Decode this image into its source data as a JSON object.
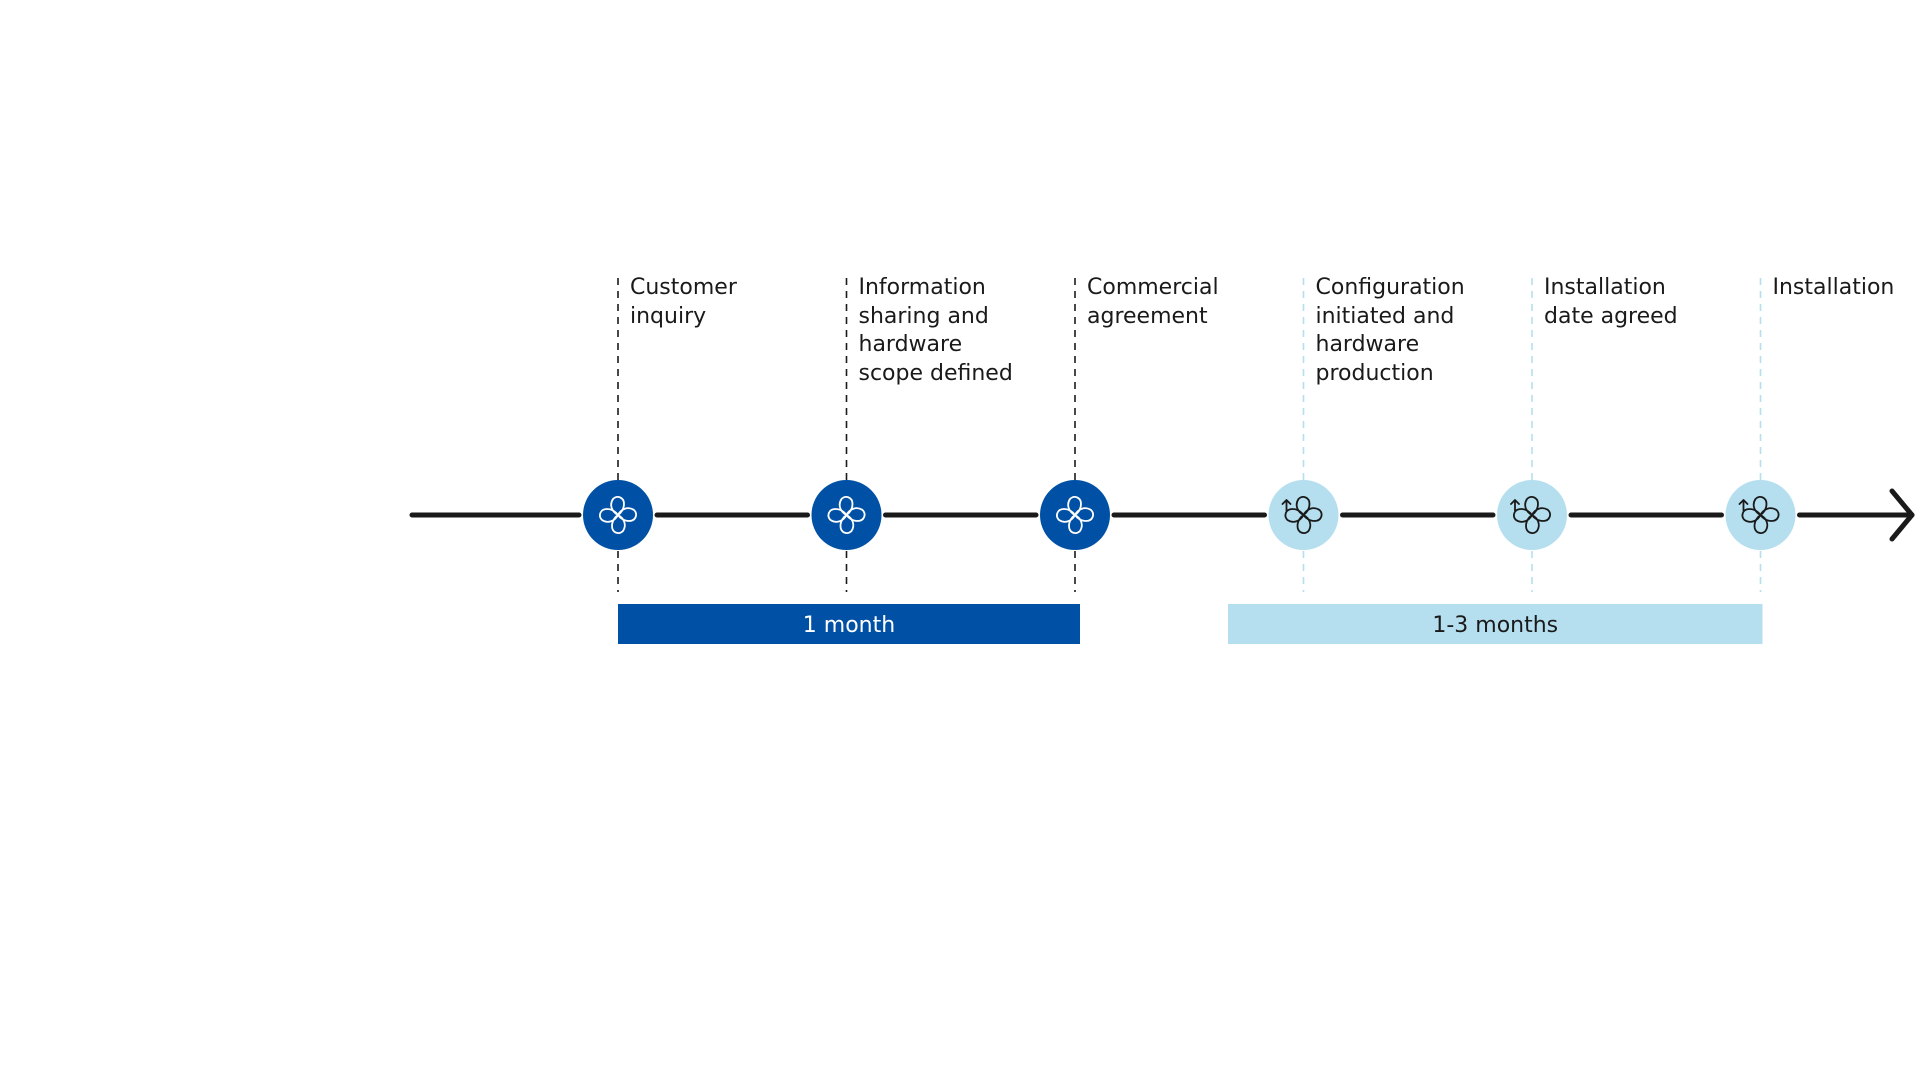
{
  "milestones": [
    {
      "label": "Customer\ninquiry",
      "phase": "dark",
      "icon": "fan-icon"
    },
    {
      "label": "Information\nsharing and\nhardware\nscope defined",
      "phase": "dark",
      "icon": "fan-icon"
    },
    {
      "label": "Commercial\nagreement",
      "phase": "dark",
      "icon": "fan-icon"
    },
    {
      "label": "Configuration\ninitiated and\nhardware\nproduction",
      "phase": "light",
      "icon": "fan-upload-icon"
    },
    {
      "label": "Installation\ndate agreed",
      "phase": "light",
      "icon": "fan-upload-icon"
    },
    {
      "label": "Installation",
      "phase": "light",
      "icon": "fan-upload-icon"
    }
  ],
  "durations": [
    {
      "label": "1 month",
      "phase": "dark"
    },
    {
      "label": "1-3 months",
      "phase": "light"
    }
  ],
  "colors": {
    "dark_blue": "#0051A5",
    "light_blue": "#B5DFEF",
    "line": "#1a1a1a",
    "dark_text": "#ffffff",
    "light_text": "#1a1a1a"
  }
}
